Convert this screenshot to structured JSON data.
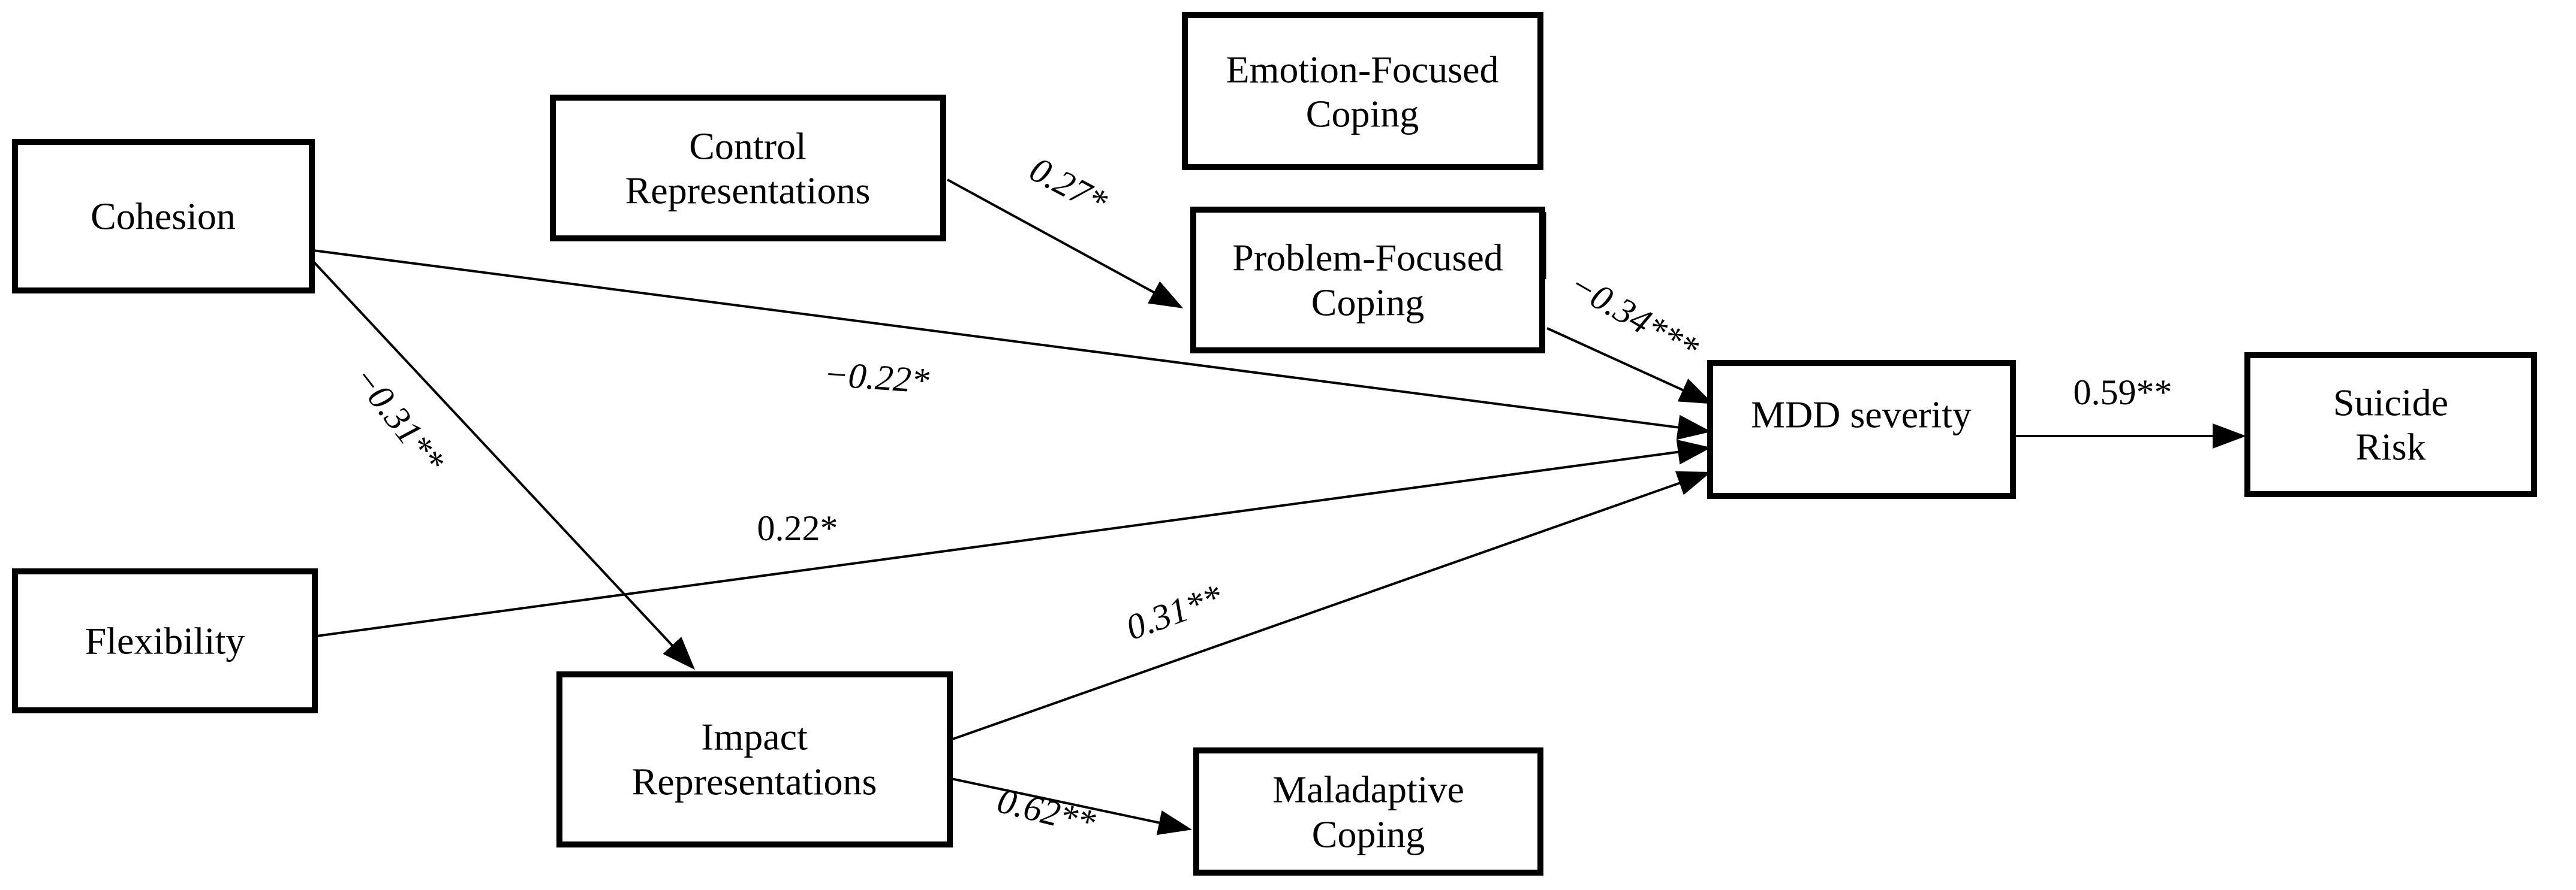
{
  "figure": {
    "type": "path-model-diagram",
    "background_color": "#ffffff",
    "line_color": "#000000",
    "text_color": "#000000",
    "boxes": {
      "cohesion": {
        "label": "Cohesion"
      },
      "flexibility": {
        "label": "Flexibility"
      },
      "control_representations": {
        "line1": "Control",
        "line2": "Representations"
      },
      "emotion_focused_coping": {
        "line1": "Emotion-Focused",
        "line2": "Coping"
      },
      "problem_focused_coping": {
        "line1": "Problem-Focused",
        "line2": "Coping"
      },
      "impact_representations": {
        "line1": "Impact",
        "line2": "Representations"
      },
      "maladaptive_coping": {
        "line1": "Maladaptive",
        "line2": "Coping"
      },
      "mdd_severity": {
        "label": "MDD severity"
      },
      "suicide_risk": {
        "line1": "Suicide",
        "line2": "Risk"
      }
    },
    "path_coefficients": {
      "control_to_problem": "0.27*",
      "cohesion_to_mdd": "−0.22*",
      "cohesion_to_impact": "−0.31**",
      "flexibility_to_mdd": "0.22*",
      "impact_to_mdd": "0.31**",
      "impact_to_maladaptive": "0.62**",
      "problem_to_mdd": "−0.34***",
      "mdd_to_suicide": "0.59**"
    },
    "edges": [
      {
        "from": "Control Representations",
        "to": "Problem-Focused Coping",
        "coefficient": "0.27*"
      },
      {
        "from": "Cohesion",
        "to": "MDD severity",
        "coefficient": "−0.22*"
      },
      {
        "from": "Cohesion",
        "to": "Impact Representations",
        "coefficient": "−0.31**"
      },
      {
        "from": "Flexibility",
        "to": "MDD severity",
        "coefficient": "0.22*"
      },
      {
        "from": "Impact Representations",
        "to": "MDD severity",
        "coefficient": "0.31**"
      },
      {
        "from": "Impact Representations",
        "to": "Maladaptive Coping",
        "coefficient": "0.62**"
      },
      {
        "from": "Problem-Focused Coping",
        "to": "MDD severity",
        "coefficient": "−0.34***"
      },
      {
        "from": "MDD severity",
        "to": "Suicide Risk",
        "coefficient": "0.59**"
      }
    ]
  }
}
